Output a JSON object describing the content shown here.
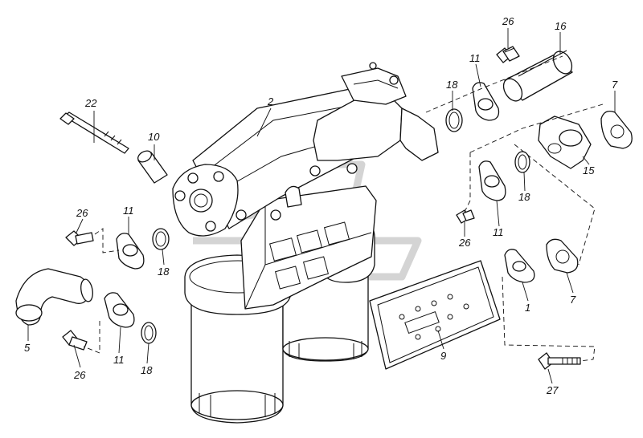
{
  "callouts": [
    {
      "id": "c22",
      "label": "22"
    },
    {
      "id": "c10",
      "label": "10"
    },
    {
      "id": "c2",
      "label": "2"
    },
    {
      "id": "c26a",
      "label": "26"
    },
    {
      "id": "c16",
      "label": "16"
    },
    {
      "id": "c11a",
      "label": "11"
    },
    {
      "id": "c18a",
      "label": "18"
    },
    {
      "id": "c7a",
      "label": "7"
    },
    {
      "id": "c15",
      "label": "15"
    },
    {
      "id": "c18b",
      "label": "18"
    },
    {
      "id": "c26b",
      "label": "26"
    },
    {
      "id": "c11b",
      "label": "11"
    },
    {
      "id": "c26c",
      "label": "26"
    },
    {
      "id": "c11c",
      "label": "11"
    },
    {
      "id": "c18c",
      "label": "18"
    },
    {
      "id": "c5",
      "label": "5"
    },
    {
      "id": "c11d",
      "label": "11"
    },
    {
      "id": "c26d",
      "label": "26"
    },
    {
      "id": "c18d",
      "label": "18"
    },
    {
      "id": "c9",
      "label": "9"
    },
    {
      "id": "c1",
      "label": "1"
    },
    {
      "id": "c7b",
      "label": "7"
    },
    {
      "id": "c27",
      "label": "27"
    }
  ]
}
